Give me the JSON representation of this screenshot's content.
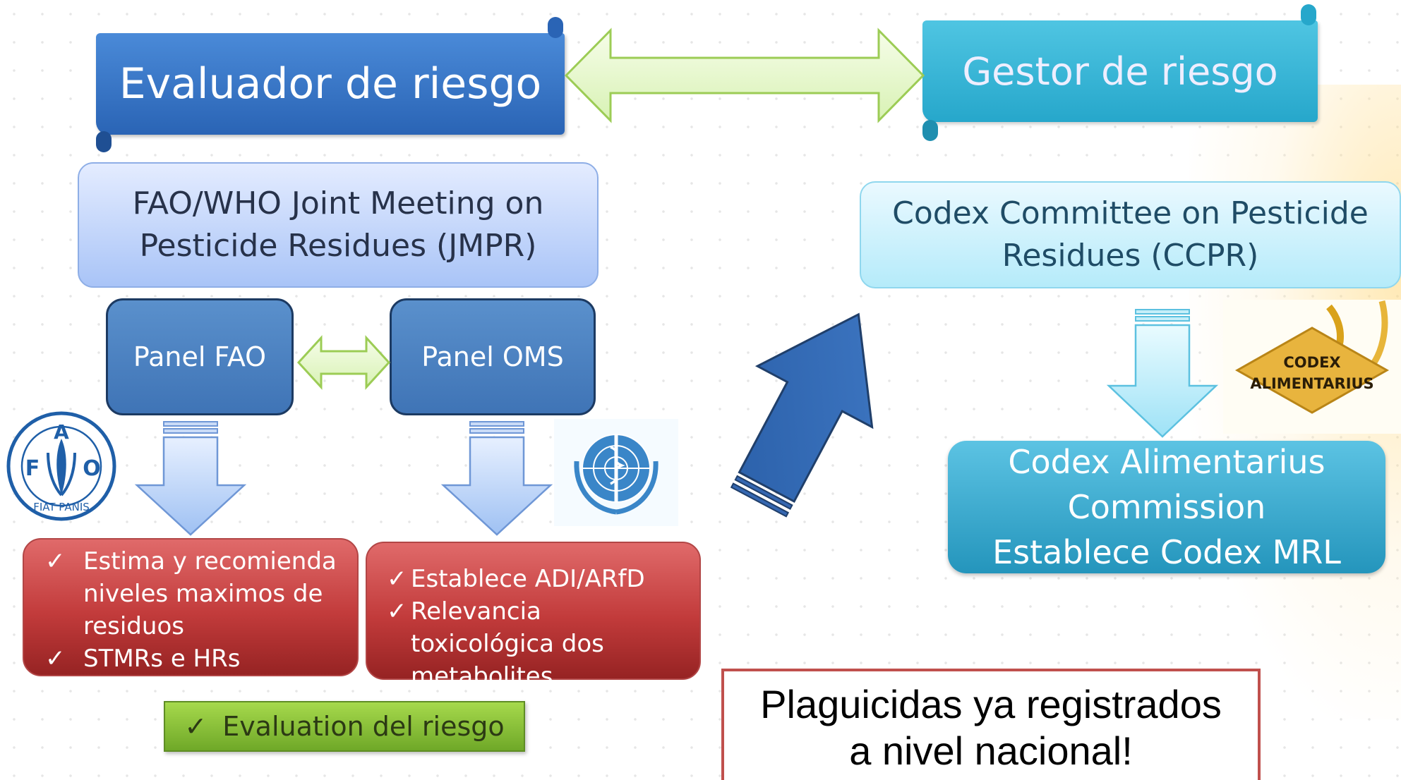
{
  "evaluator": {
    "title": "Evaluador de riesgo"
  },
  "manager": {
    "title": "Gestor de riesgo"
  },
  "jmpr": {
    "line1": "FAO/WHO Joint Meeting on",
    "line2": "Pesticide Residues (JMPR)"
  },
  "ccpr": {
    "line1": "Codex Committee on Pesticide",
    "line2": "Residues (CCPR)"
  },
  "panel_fao": {
    "label": "Panel FAO"
  },
  "panel_oms": {
    "label": "Panel OMS"
  },
  "fao_logo": {
    "f": "F",
    "a": "A",
    "o": "O",
    "motto": "FIAT PANIS"
  },
  "fao_tasks": {
    "check": "✓",
    "item1": "Estima y recomienda niveles maximos de residuos",
    "item2": "STMRs e HRs"
  },
  "oms_tasks": {
    "check": "✓",
    "item1": "Establece ADI/ARfD",
    "item2": "Relevancia toxicológica dos metabolites"
  },
  "evaluation_button": {
    "check": "✓",
    "label": "Evaluation del riesgo"
  },
  "codex_logo": {
    "line1": "CODEX",
    "line2": "ALIMENTARIUS"
  },
  "cac": {
    "line1": "Codex Alimentarius",
    "line2": "Commission",
    "line3": "Establece Codex MRL"
  },
  "note": {
    "line1": "Plaguicidas ya registrados",
    "line2": "a nivel nacional!"
  },
  "colors": {
    "evaluator_blue": "#2a64b5",
    "manager_cyan": "#26a7cb",
    "panel_blue": "#3f74b6",
    "task_red": "#c23b3b",
    "evaluation_green": "#6fa828",
    "note_border": "#c0504d",
    "double_arrow_green": "#e2f7c4"
  }
}
